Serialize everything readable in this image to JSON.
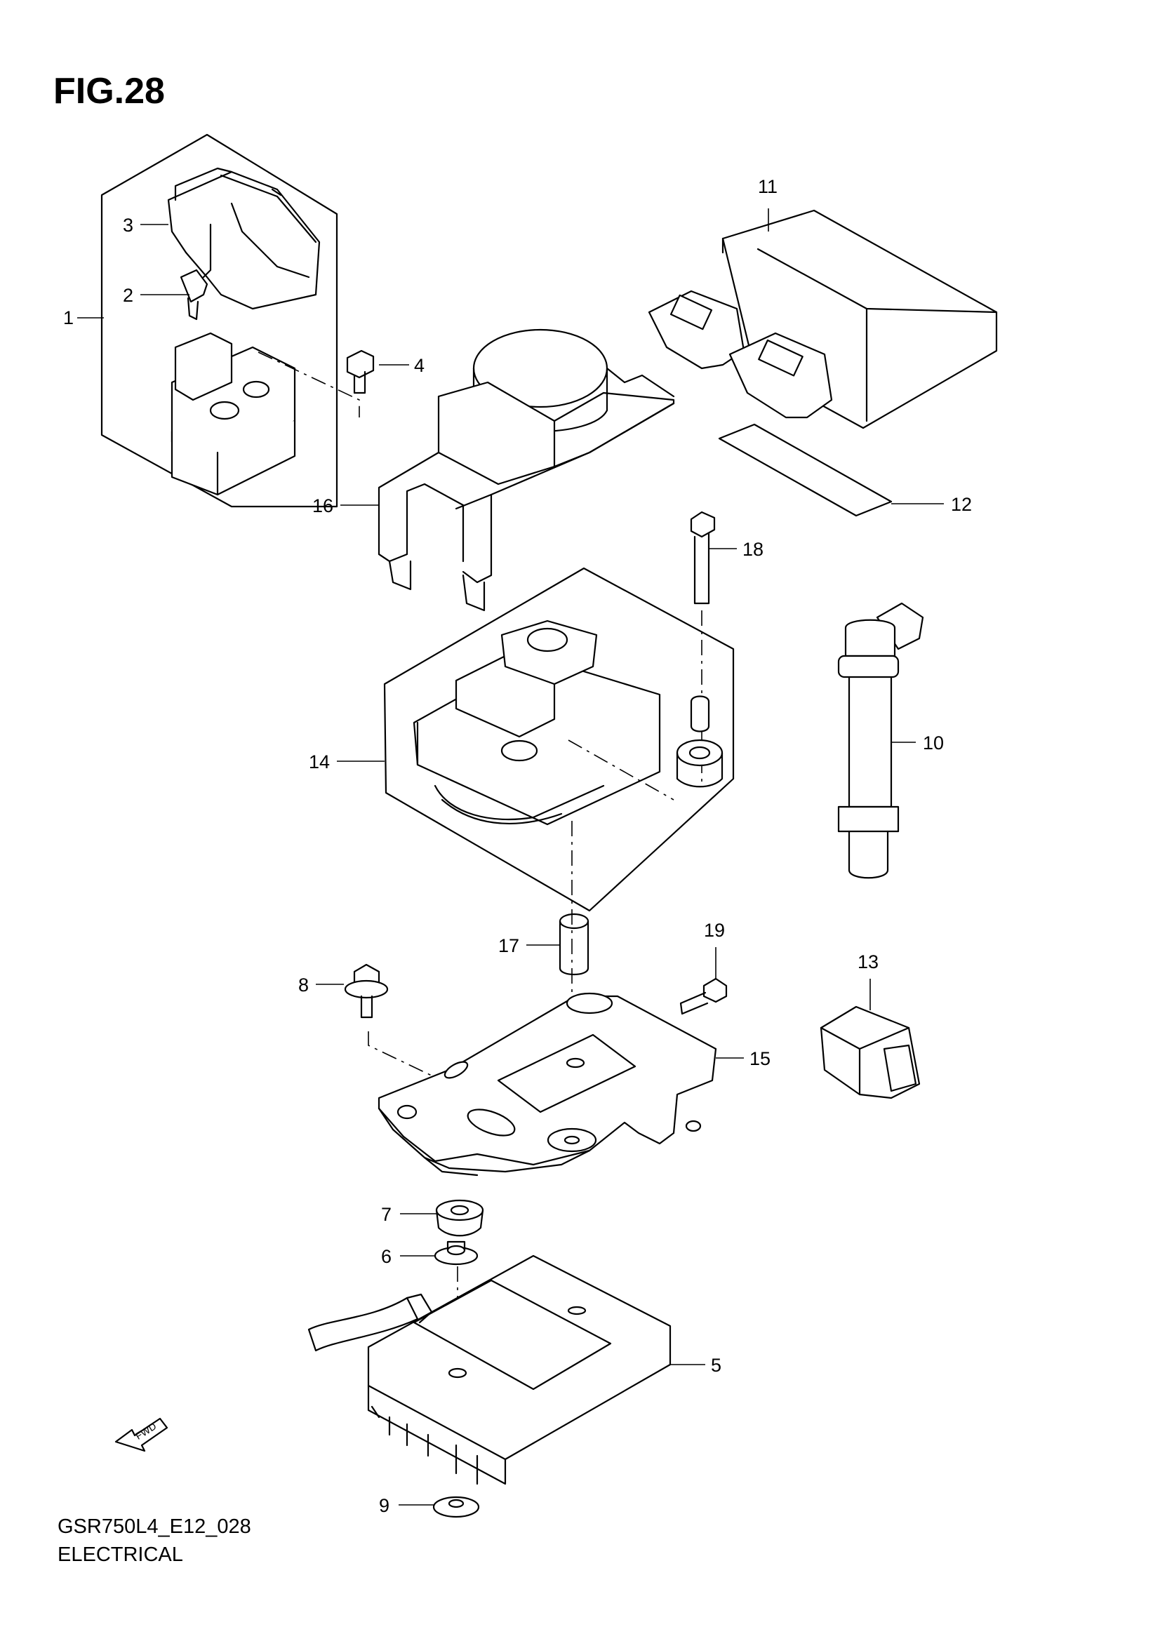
{
  "figure": {
    "title": "FIG.28",
    "code": "GSR750L4_E12_028",
    "section": "ELECTRICAL"
  },
  "callouts": [
    "1",
    "2",
    "3",
    "4",
    "5",
    "6",
    "7",
    "8",
    "9",
    "10",
    "11",
    "12",
    "13",
    "14",
    "15",
    "16",
    "17",
    "18",
    "19"
  ],
  "direction_marker": "FWD"
}
